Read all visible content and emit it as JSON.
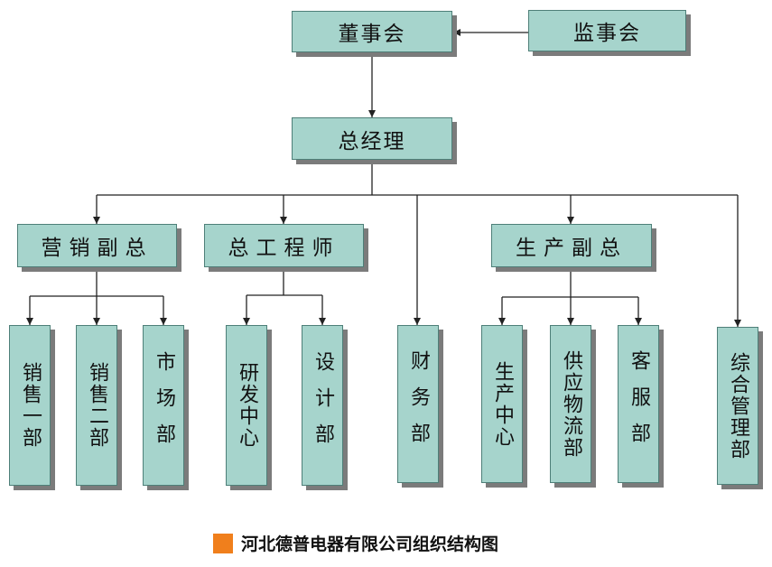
{
  "colors": {
    "box_fill": "#a6d4cc",
    "box_border": "#4e7f78",
    "shadow": "#7b7b7b",
    "legend_swatch": "#f07f1c",
    "line": "#222222"
  },
  "nodes": {
    "board": "董事会",
    "supervisors": "监事会",
    "general_manager": "总经理",
    "sales_vp": "营销副总",
    "chief_engineer": "总工程师",
    "finance": "财务部",
    "production_vp": "生产副总",
    "admin": "综合管理部",
    "sales_1": "销售一部",
    "sales_2": "销售二部",
    "marketing": "市场部",
    "rnd": "研发中心",
    "design": "设计部",
    "production_center": "生产中心",
    "supply": "供应物流部",
    "customer_service": "客服部"
  },
  "legend": {
    "text": "河北德普电器有限公司组织结构图"
  }
}
